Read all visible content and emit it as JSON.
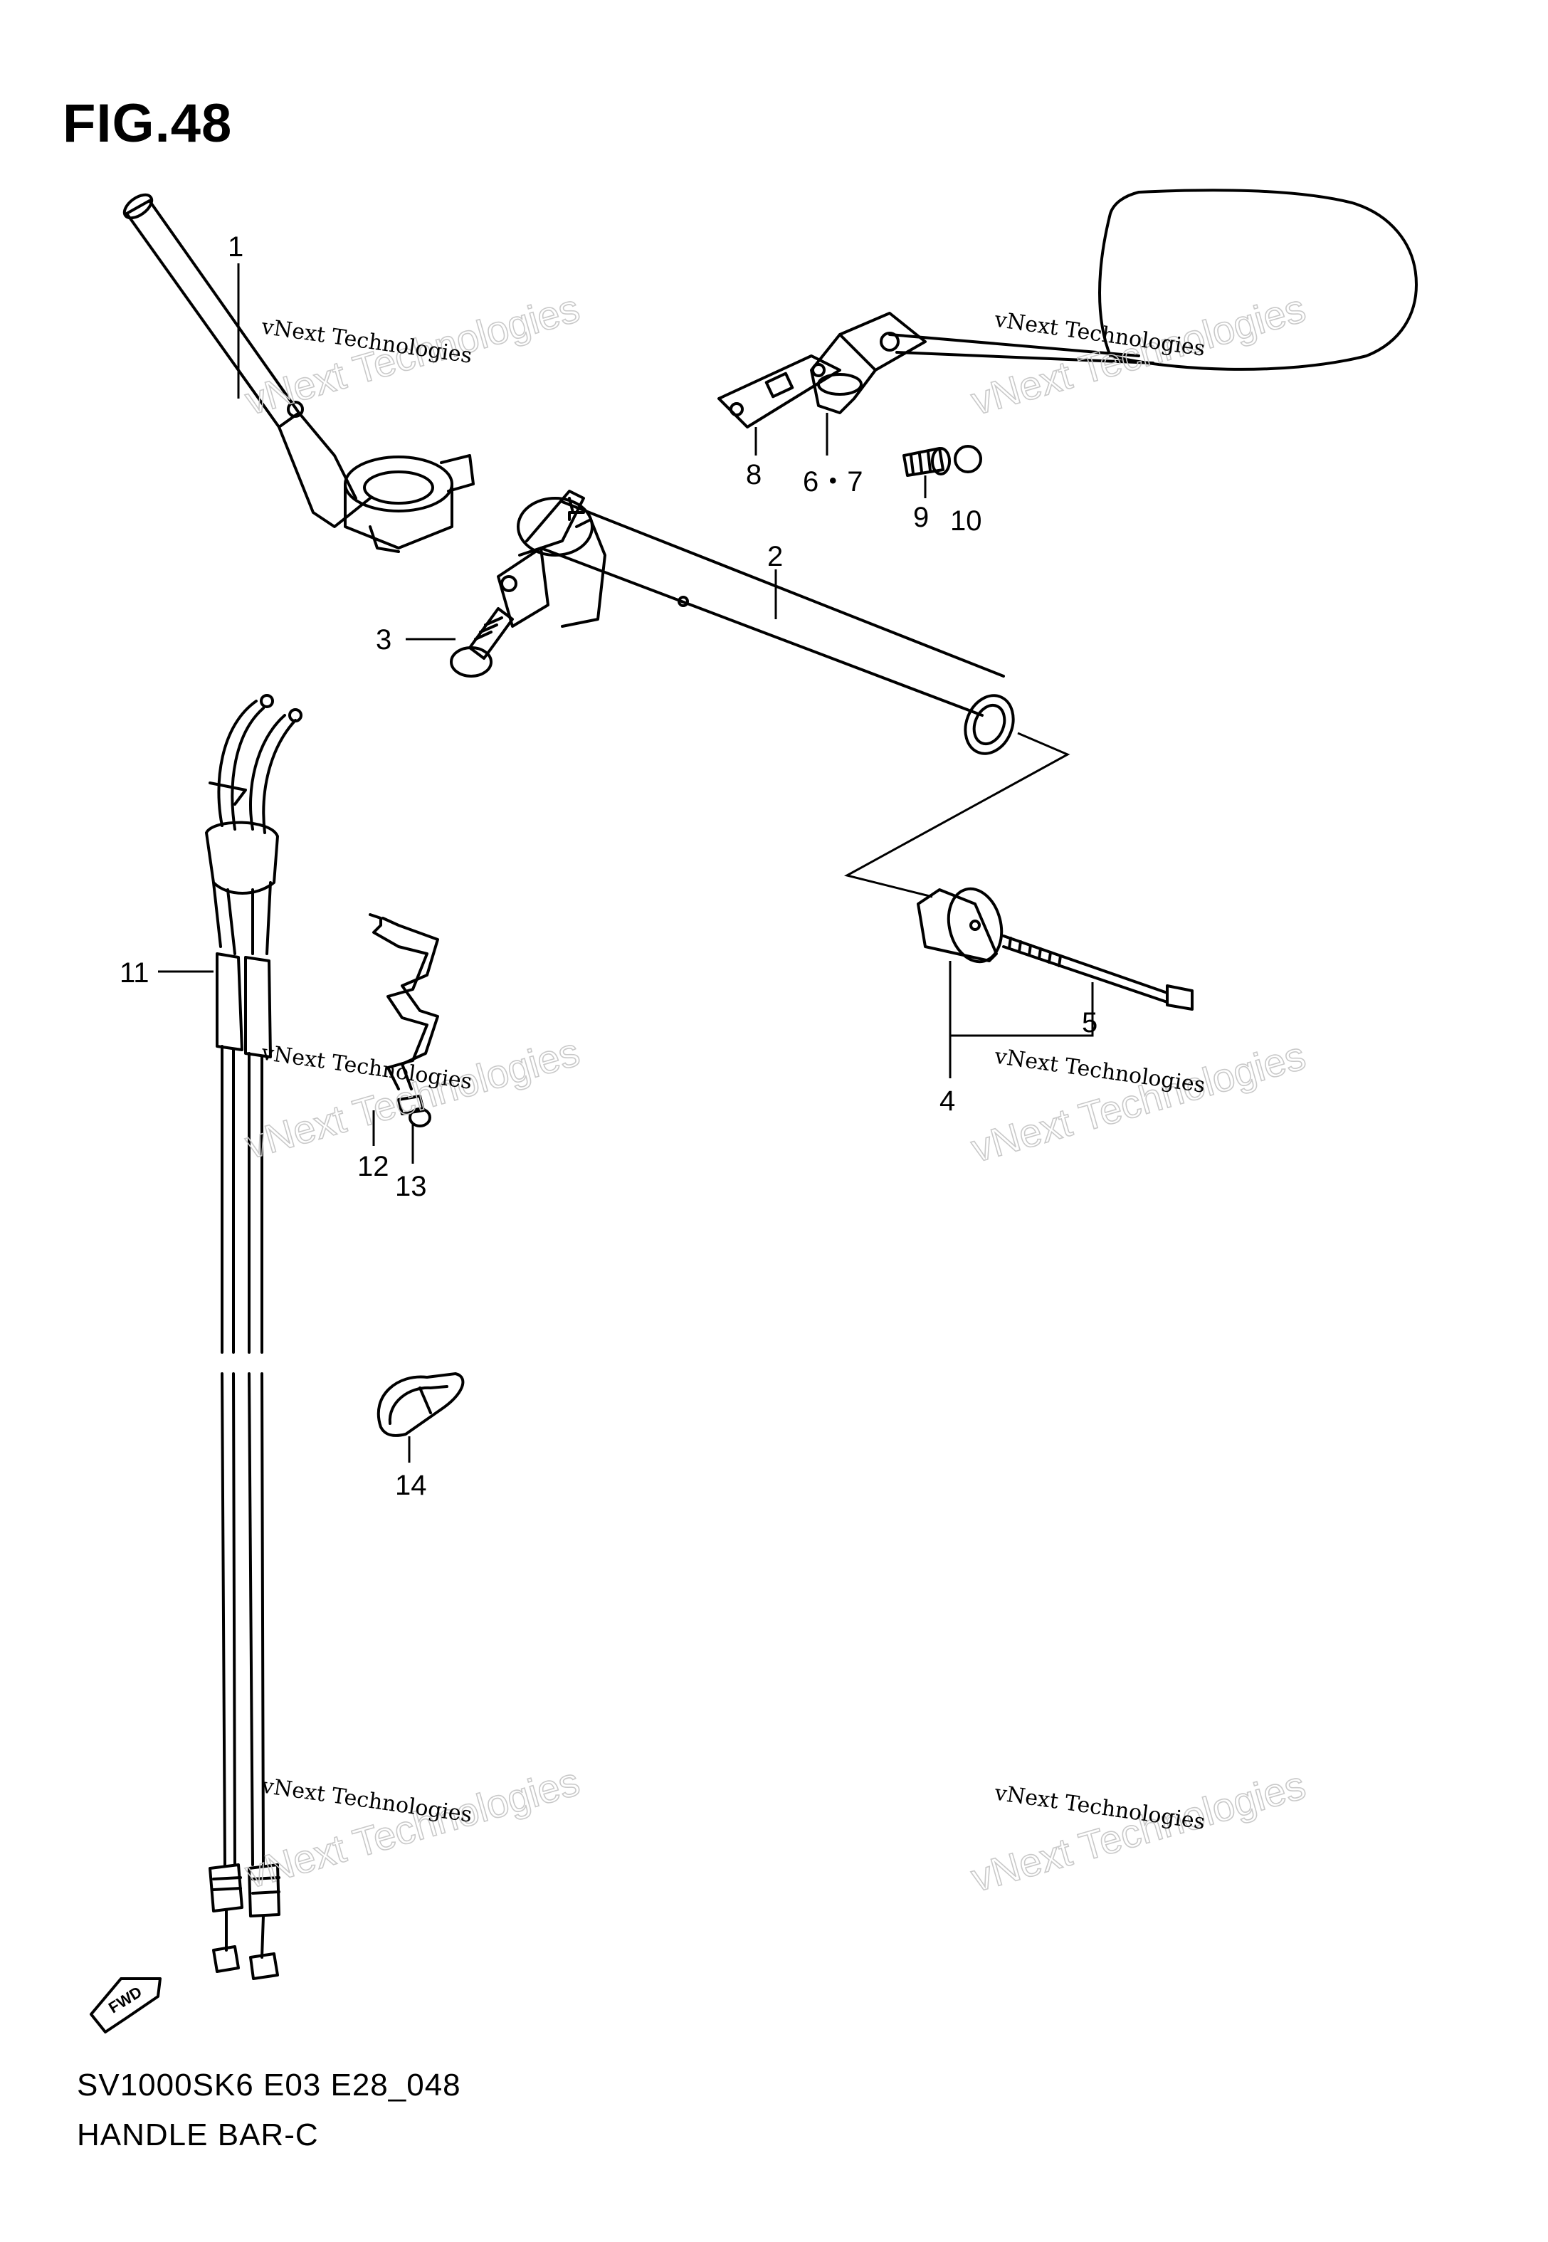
{
  "figure": {
    "title": "FIG.48",
    "model_code": "SV1000SK6 E03 E28_048",
    "section_name": "HANDLE BAR-C",
    "forward_indicator": "FWD"
  },
  "callouts": [
    "1",
    "2",
    "3",
    "4",
    "5",
    "6・7",
    "8",
    "9",
    "10",
    "11",
    "12",
    "13",
    "14"
  ],
  "watermarks": [
    {
      "line1": "vNext Technologies",
      "line2": "vNext Technologies"
    },
    {
      "line1": "vNext Technologies",
      "line2": "vNext Technologies"
    },
    {
      "line1": "vNext Technologies",
      "line2": "vNext Technologies"
    },
    {
      "line1": "vNext Technologies",
      "line2": "vNext Technologies"
    },
    {
      "line1": "vNext Technologies",
      "line2": "vNext Technologies"
    },
    {
      "line1": "vNext Technologies",
      "line2": "vNext Technologies"
    }
  ],
  "colors": {
    "line": "#000000",
    "watermark": "#c9c9c9",
    "background": "#ffffff"
  }
}
